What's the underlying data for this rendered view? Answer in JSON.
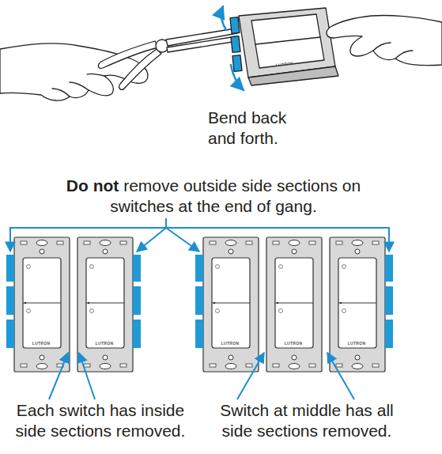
{
  "diagram": {
    "labels": [
      "Bend back and forth.",
      "Do not",
      "remove outside side sections on switches at the end of gang.",
      "Each switch has inside side sections removed.",
      "Switch at middle has all side sections removed.",
      "LUTRON",
      "LUTRON",
      "LUTRON",
      "LUTRON",
      "LUTRON",
      "LUTRON"
    ]
  }
}
